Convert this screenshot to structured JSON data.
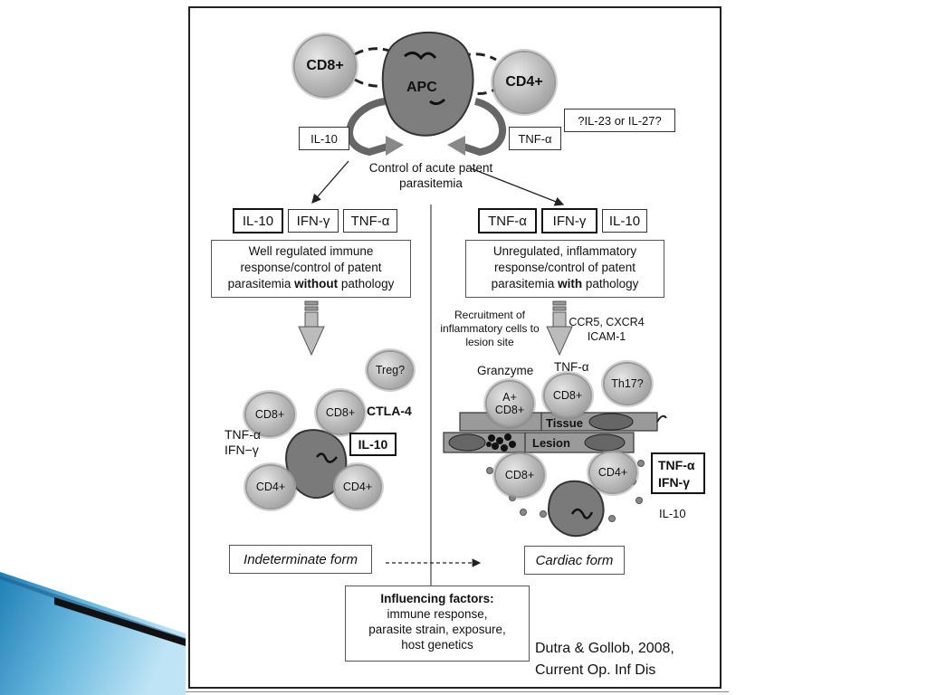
{
  "cells": {
    "cd8_top": "CD8+",
    "apc": "APC",
    "cd4_top": "CD4+",
    "left": {
      "cd8_a": "CD8+",
      "cd8_b": "CD8+",
      "treg": "Treg?",
      "cd4_a": "CD4+",
      "cd4_b": "CD4+"
    },
    "right": {
      "a_cd8": "A+ CD8+",
      "cd8": "CD8+",
      "th17": "Th17?",
      "cd8_low": "CD8+",
      "cd4_low": "CD4+"
    }
  },
  "top": {
    "il10": "IL-10",
    "tnf": "TNF-α",
    "question": "?IL-23 or IL-27?",
    "control": "Control of acute patent parasitemia"
  },
  "left_branch": {
    "cytokines": [
      "IL-10",
      "IFN-γ",
      "TNF-α"
    ],
    "desc_pre": "Well   regulated immune response/control of patent parasitemia ",
    "desc_bold": "without",
    "desc_post": " pathology",
    "tnf_ifn": "TNF-α IFN−γ",
    "ctla4": "CTLA-4",
    "il10_box": "IL-10",
    "form": "Indeterminate form"
  },
  "right_branch": {
    "cytokines": [
      "TNF-α",
      "IFN-γ",
      "IL-10"
    ],
    "desc_pre": "Unregulated, inflammatory response/control of patent parasitemia ",
    "desc_bold": "with",
    "desc_post": " pathology",
    "recruitment": "Recruitment of inflammatory cells to lesion site",
    "ccr": "CCR5, CXCR4 ICAM-1",
    "granzyme": "Granzyme",
    "tnf_label": "TNF-α",
    "tissue": "Tissue",
    "lesion": "Lesion",
    "tnf_ifn_box": [
      "TNF-α",
      "IFN-γ"
    ],
    "il10": "IL-10",
    "form": "Cardiac form"
  },
  "influencing": {
    "title": "Influencing factors:",
    "lines": [
      "immune response,",
      "parasite strain, exposure,",
      "host genetics"
    ]
  },
  "citation": [
    "Dutra & Gollob, 2008,",
    "Current Op. Inf Dis"
  ],
  "colors": {
    "wedge_light": "#9fd4ee",
    "wedge_dark": "#1f7fb6",
    "black_stripe": "#111111"
  }
}
